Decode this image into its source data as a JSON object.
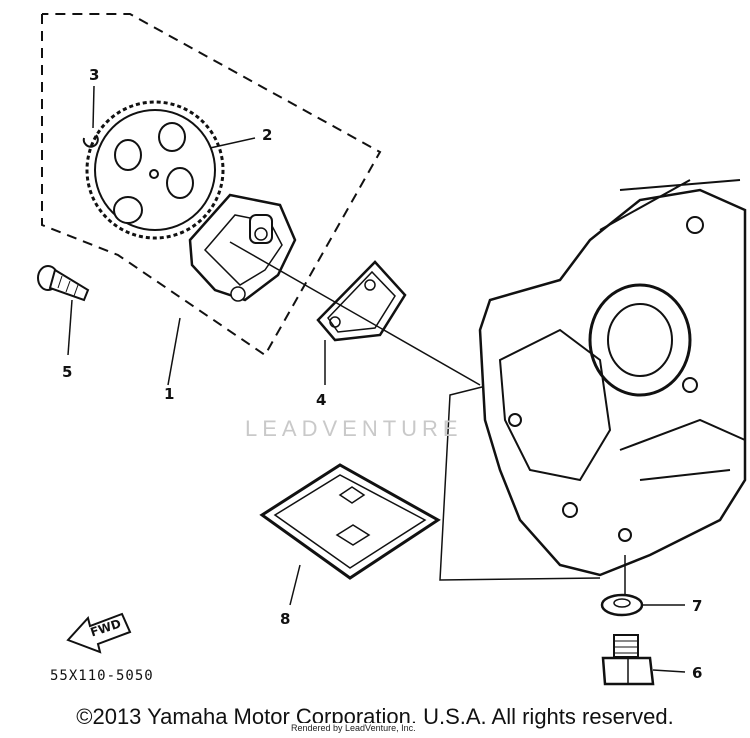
{
  "callouts": {
    "c1": "1",
    "c2": "2",
    "c3": "3",
    "c4": "4",
    "c5": "5",
    "c6": "6",
    "c7": "7",
    "c8": "8"
  },
  "fwd_label": "FWD",
  "diagram_code": "55X110-5050",
  "watermark": "LEADVENTURE",
  "copyright": "©2013 Yamaha Motor Corporation, U.S.A. All rights reserved.",
  "rendered_by": "Rendered by LeadVenture, Inc."
}
